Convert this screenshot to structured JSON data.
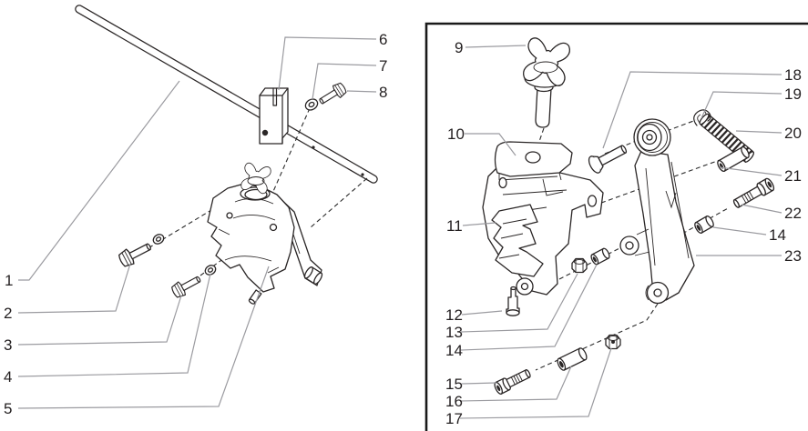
{
  "figure": {
    "type": "exploded-parts-diagram",
    "colors": {
      "background": "#ffffff",
      "part_outline": "#2a2626",
      "leader_line": "#9b9ba0",
      "callout_text": "#231f20",
      "frame": "#1a1a1a"
    },
    "left_diagram": {
      "callouts": [
        {
          "n": "1",
          "part": "handle-rod"
        },
        {
          "n": "2",
          "part": "hex-bolt-upper"
        },
        {
          "n": "3",
          "part": "hex-bolt-lower"
        },
        {
          "n": "4",
          "part": "washer"
        },
        {
          "n": "5",
          "part": "clamp-assembly"
        },
        {
          "n": "6",
          "part": "rod-clamp-block"
        },
        {
          "n": "7",
          "part": "washer"
        },
        {
          "n": "8",
          "part": "hex-bolt"
        }
      ]
    },
    "right_diagram": {
      "callouts": [
        {
          "n": "9",
          "part": "star-knob"
        },
        {
          "n": "10",
          "part": "clamp-bracket"
        },
        {
          "n": "11",
          "part": "clamp-jaw"
        },
        {
          "n": "12",
          "part": "stop-pin"
        },
        {
          "n": "13",
          "part": "hex-nut"
        },
        {
          "n": "14",
          "part": "bushing"
        },
        {
          "n": "15",
          "part": "socket-head-bolt"
        },
        {
          "n": "16",
          "part": "spacer-sleeve"
        },
        {
          "n": "17",
          "part": "hex-nut"
        },
        {
          "n": "18",
          "part": "clevis-pin"
        },
        {
          "n": "19",
          "part": "retaining-clip"
        },
        {
          "n": "20",
          "part": "spring"
        },
        {
          "n": "21",
          "part": "pivot-pin"
        },
        {
          "n": "22",
          "part": "socket-head-bolt"
        },
        {
          "n": "14",
          "part": "bushing"
        },
        {
          "n": "23",
          "part": "lever-arm"
        }
      ]
    }
  }
}
